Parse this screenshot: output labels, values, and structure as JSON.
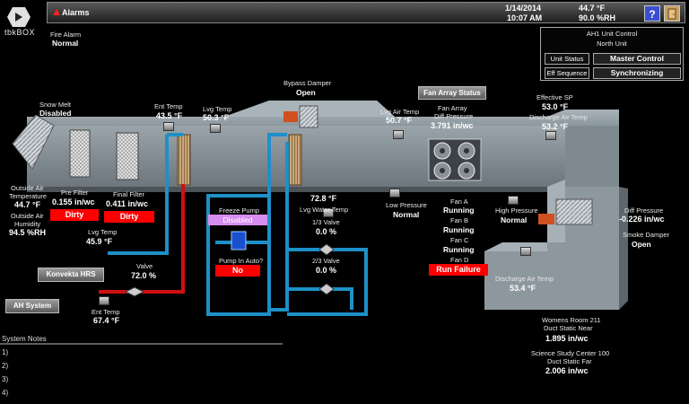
{
  "header": {
    "logo_text": "tbkBOX",
    "alarms_label": "Alarms",
    "date": "1/14/2014",
    "time": "10:07 AM",
    "outside_temp": "44.7 °F",
    "outside_rh": "90.0 %RH",
    "help_label": "?"
  },
  "fire_alarm": {
    "label": "Fire Alarm",
    "value": "Normal"
  },
  "unit_control": {
    "title": "AH1 Unit Control",
    "subtitle": "North Unit",
    "status_label": "Unit Status",
    "status_value": "Master Control",
    "sequence_label": "Eff Sequence",
    "sequence_value": "Synchronizing"
  },
  "snow_melt": {
    "label": "Snow Melt",
    "value": "Disabled"
  },
  "outside_air_temp": {
    "label1": "Outside Air",
    "label2": "Temperature",
    "value": "44.7 °F"
  },
  "outside_air_humidity": {
    "label1": "Outside Air",
    "label2": "Humidity",
    "value": "94.5 %RH"
  },
  "pre_filter": {
    "label": "Pre Filter",
    "value": "0.155 in/wc",
    "status": "Dirty"
  },
  "final_filter": {
    "label": "Final Filter",
    "value": "0.411 in/wc",
    "status": "Dirty"
  },
  "ent_temp": {
    "label": "Ent Temp",
    "value": "43.5 °F"
  },
  "lvg_temp_top": {
    "label": "Lvg Temp",
    "value": "50.3 °F"
  },
  "lvg_temp_left": {
    "label": "Lvg Temp",
    "value": "45.9 °F"
  },
  "bypass_damper": {
    "label": "Bypass Damper",
    "value": "Open"
  },
  "fan_array_status_button": "Fan Array Status",
  "lvg_air_temp": {
    "label": "Lvg Air Temp",
    "value": "50.7 °F"
  },
  "fan_array": {
    "label1": "Fan Array",
    "label2": "Diff Pressure",
    "value": "3.791 in/wc"
  },
  "effective_sp": {
    "label": "Effective SP",
    "value": "53.0 °F"
  },
  "discharge_air_temp_top": {
    "label": "Discharge Air Temp",
    "value": "53.2 °F"
  },
  "freeze_pump": {
    "label": "Freeze Pump",
    "status": "Disabled"
  },
  "pump_auto": {
    "label": "Pump In Auto?",
    "status": "No"
  },
  "lvg_water_temp": {
    "value": "72.8 °F",
    "label": "Lvg Water Temp"
  },
  "valve_1_3": {
    "label": "1/3 Valve",
    "value": "0.0 %"
  },
  "valve_2_3": {
    "label": "2/3 Valve",
    "value": "0.0 %"
  },
  "low_pressure": {
    "label": "Low Pressure",
    "value": "Normal"
  },
  "fans": {
    "fan_a_label": "Fan A",
    "fan_a_value": "Running",
    "fan_b_label": "Fan B",
    "fan_b_value": "Running",
    "fan_c_label": "Fan C",
    "fan_c_value": "Running",
    "fan_d_label": "Fan D",
    "fan_d_value": "Run Failure"
  },
  "high_pressure": {
    "label": "High Pressure",
    "value": "Normal"
  },
  "diff_pressure": {
    "label": "Diff Pressure",
    "value": "-0.226 in/wc"
  },
  "smoke_damper": {
    "label": "Smoke Damper",
    "value": "Open"
  },
  "konvekta_button": "Konvekta HRS",
  "valve_main": {
    "label": "Valve",
    "value": "72.0 %"
  },
  "ah_system_button": "AH System",
  "ent_temp_bottom": {
    "label": "Ent Temp",
    "value": "67.4 °F"
  },
  "discharge_air_temp_bottom": {
    "label": "Discharge Air Temp",
    "value": "53.4 °F"
  },
  "womens_room": {
    "label1": "Womens Room 211",
    "label2": "Duct Static Near",
    "value": "1.895 in/wc"
  },
  "science_center": {
    "label1": "Science Study Center 100",
    "label2": "Duct Static Far",
    "value": "2.006 in/wc"
  },
  "system_notes": {
    "title": "System Notes",
    "items": [
      "1)",
      "2)",
      "3)",
      "4)"
    ]
  },
  "colors": {
    "alarm_red": "#ff0000",
    "pipe_blue": "#1e90c8",
    "pipe_red": "#d01010",
    "duct_grey": "#8f9ba3",
    "disabled_purple": "#d58ef0"
  }
}
